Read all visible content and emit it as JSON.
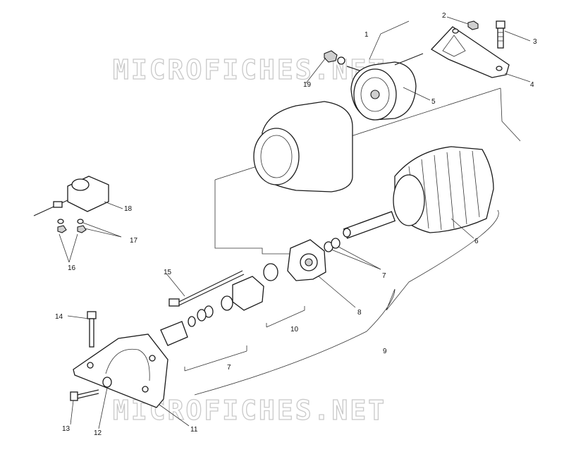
{
  "watermark": "MICROFICHES.NET",
  "callouts": {
    "c1": "1",
    "c2": "2",
    "c3": "3",
    "c4": "4",
    "c5": "5",
    "c6": "6",
    "c7a": "7",
    "c7b": "7",
    "c8": "8",
    "c9": "9",
    "c10": "10",
    "c11": "11",
    "c12": "12",
    "c13": "13",
    "c14": "14",
    "c15": "15",
    "c16": "16",
    "c17": "17",
    "c18": "18",
    "c19": "19"
  },
  "colors": {
    "ink": "#1a1a1a",
    "watermark": "#c9c9c9",
    "background": "#ffffff"
  }
}
